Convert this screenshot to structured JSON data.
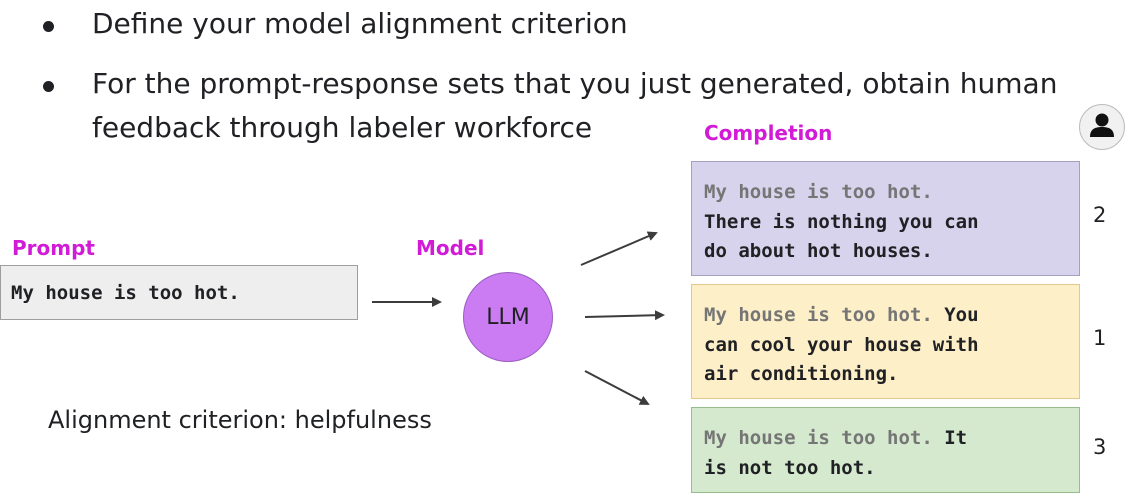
{
  "bullets": [
    {
      "lines": [
        "Define your model alignment criterion"
      ]
    },
    {
      "lines": [
        "For the prompt-response sets that you just generated, obtain human",
        "feedback through labeler workforce"
      ]
    }
  ],
  "labels": {
    "prompt": "Prompt",
    "model": "Model",
    "completion": "Completion"
  },
  "prompt_text": "My house is too hot.",
  "model_name": "LLM",
  "completions": [
    {
      "prompt_part": "My house is too hot.",
      "response_part": "There is nothing you can\ndo about hot houses.",
      "rank": "2",
      "color": "#d8d3ec"
    },
    {
      "prompt_part": "My house is too hot.",
      "response_part": "You\ncan cool your house with\nair conditioning.",
      "rank": "1",
      "color": "#fdefc8"
    },
    {
      "prompt_part": "My house is too hot.",
      "response_part": "It\nis not too hot.",
      "rank": "3",
      "color": "#d5e9cf"
    }
  ],
  "criterion": "Alignment criterion: helpfulness",
  "icons": {
    "labeler": "person-icon"
  }
}
